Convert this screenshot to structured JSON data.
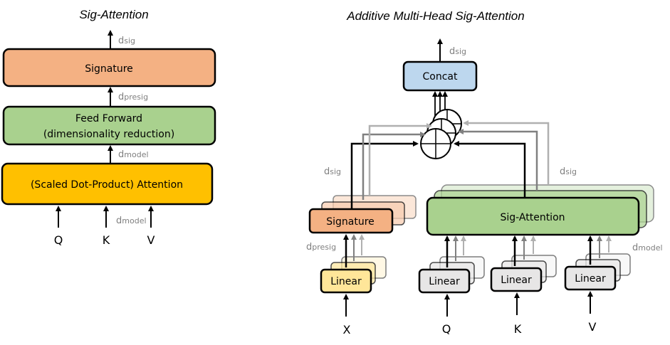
{
  "left": {
    "title": "Sig-Attention",
    "signature_label": "Signature",
    "ff_line1": "Feed Forward",
    "ff_line2": "(dimensionality  reduction)",
    "attention_label": "(Scaled Dot-Product) Attention",
    "dim_top_main": "d",
    "dim_top_sub": "sig",
    "dim_mid_main": "d",
    "dim_mid_sub": "presig",
    "dim_low_main": "d",
    "dim_low_sub": "model",
    "dim_in_main": "d",
    "dim_in_sub": "model",
    "input_q": "Q",
    "input_k": "K",
    "input_v": "V"
  },
  "right": {
    "title": "Additive  Multi-Head  Sig-Attention",
    "concat_label": "Concat",
    "signature_label": "Signature",
    "sig_attention_label": "Sig-Attention",
    "linear_x": "Linear",
    "linear_q": "Linear",
    "linear_k": "Linear",
    "linear_v": "Linear",
    "dim_top_main": "d",
    "dim_top_sub": "sig",
    "dim_left_main": "d",
    "dim_left_sub": "sig",
    "dim_right_main": "d",
    "dim_right_sub": "sig",
    "dim_presig_main": "d",
    "dim_presig_sub": "presig",
    "dim_model_main": "d",
    "dim_model_sub": "model",
    "input_x": "X",
    "input_q": "Q",
    "input_k": "K",
    "input_v": "V"
  },
  "colors": {
    "signature": "#f4b183",
    "feed_forward": "#a9d18e",
    "attention": "#ffc000",
    "concat": "#bdd7ee",
    "sig_attention": "#a9d18e",
    "linear_x": "#ffe699",
    "linear_qkv": "#e7e6e6"
  }
}
